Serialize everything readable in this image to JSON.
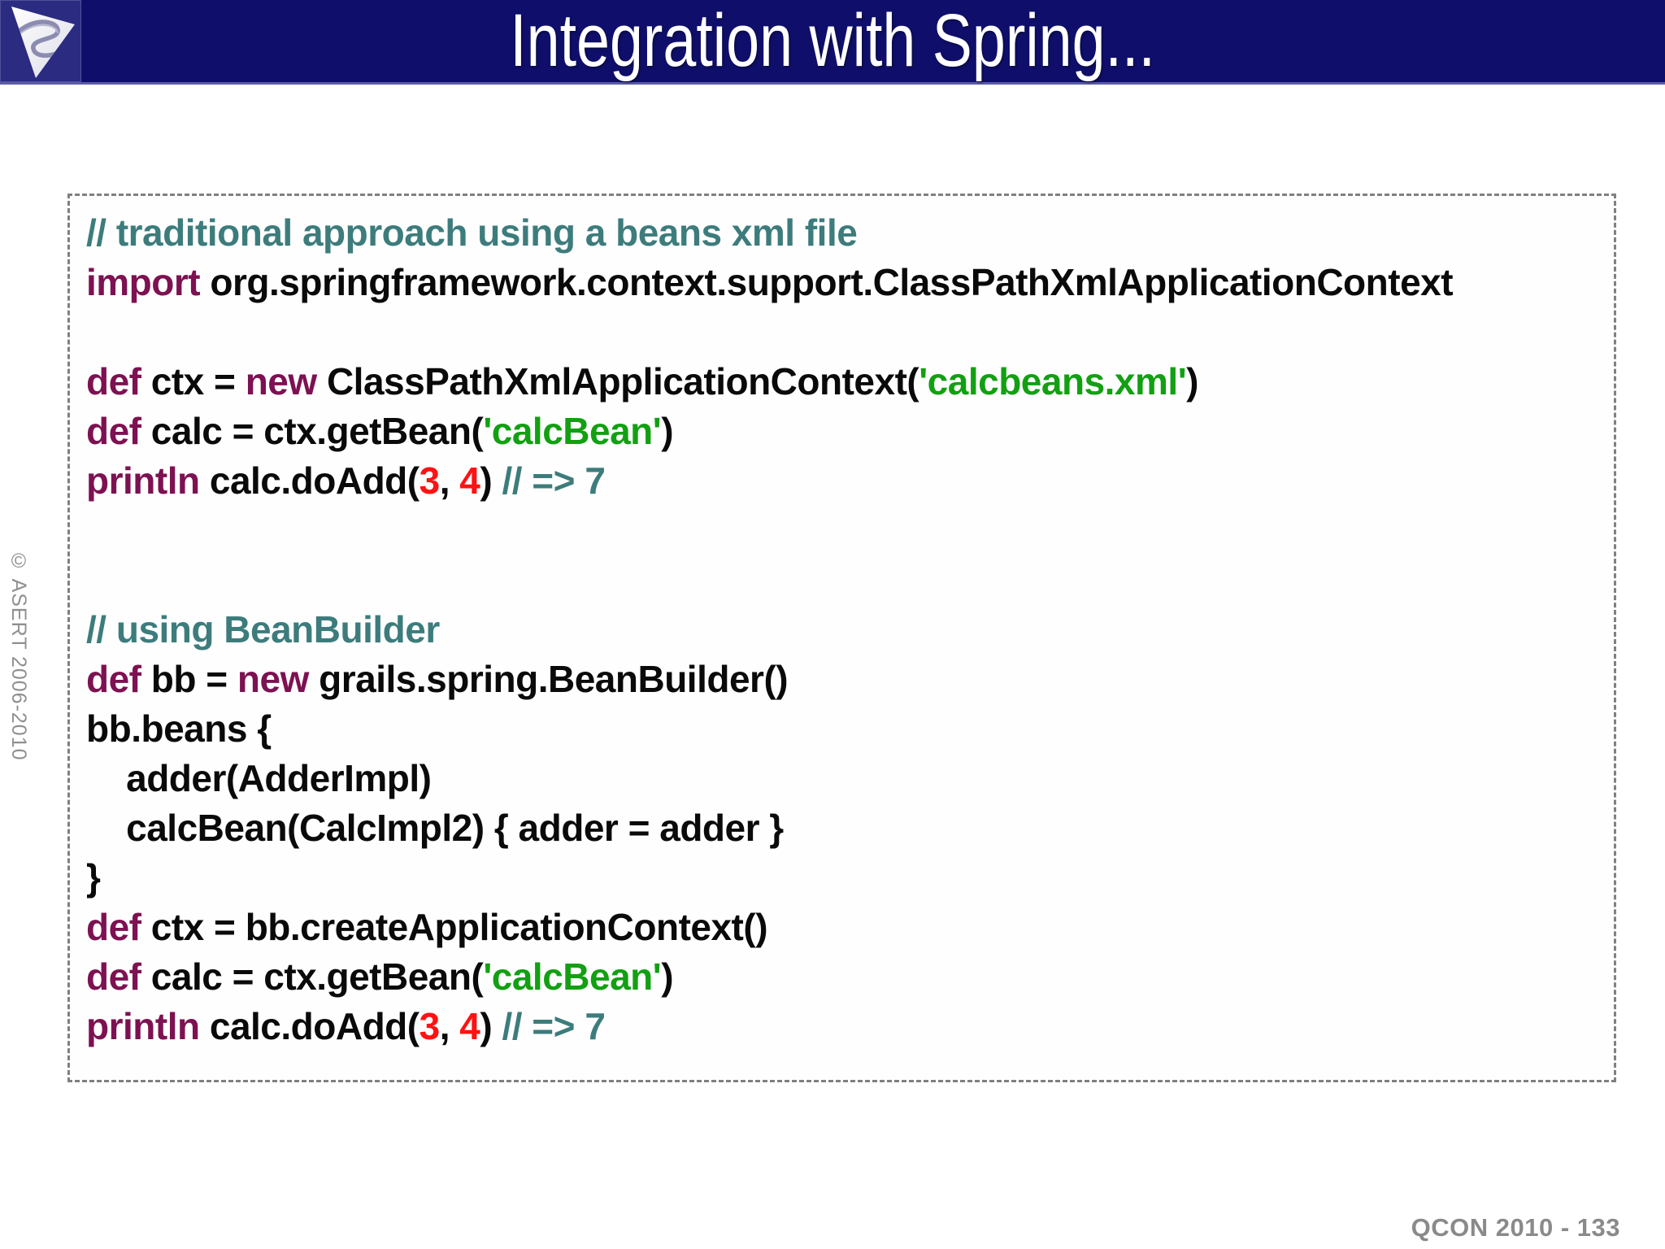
{
  "header": {
    "title": "Integration with Spring...",
    "logo_icon": "asert-triangle-s-logo"
  },
  "sidebar": {
    "copyright": "© ASERT 2006-2010"
  },
  "footer": {
    "page_label": "QCON 2010 - 133"
  },
  "colors": {
    "navy": "#0f0f6b",
    "logo_bg": "#2b2b82",
    "comment": "#3d7c7c",
    "keyword": "#7d1152",
    "string": "#12a012",
    "number": "#ff1212",
    "code": "#0a0a0a",
    "border_gray": "#808080",
    "muted": "#909090",
    "muted_dark": "#8a8a8a"
  },
  "code_block": {
    "lines": [
      [
        {
          "t": "// traditional approach using a beans xml file",
          "y": "c"
        }
      ],
      [
        {
          "t": "import",
          "y": "k"
        },
        {
          "t": " org.springframework.context.support.ClassPathXmlApplicationContext",
          "y": "p"
        }
      ],
      [],
      [
        {
          "t": "def",
          "y": "k"
        },
        {
          "t": " ctx = ",
          "y": "p"
        },
        {
          "t": "new",
          "y": "k"
        },
        {
          "t": " ClassPathXmlApplicationContext(",
          "y": "p"
        },
        {
          "t": "'calcbeans.xml'",
          "y": "s"
        },
        {
          "t": ")",
          "y": "p"
        }
      ],
      [
        {
          "t": "def",
          "y": "k"
        },
        {
          "t": " calc = ctx.getBean(",
          "y": "p"
        },
        {
          "t": "'calcBean'",
          "y": "s"
        },
        {
          "t": ")",
          "y": "p"
        }
      ],
      [
        {
          "t": "println",
          "y": "k"
        },
        {
          "t": " calc.doAdd(",
          "y": "p"
        },
        {
          "t": "3",
          "y": "n"
        },
        {
          "t": ", ",
          "y": "p"
        },
        {
          "t": "4",
          "y": "n"
        },
        {
          "t": ") ",
          "y": "p"
        },
        {
          "t": "// => 7",
          "y": "c"
        }
      ],
      [],
      [],
      [
        {
          "t": "// using BeanBuilder",
          "y": "c"
        }
      ],
      [
        {
          "t": "def",
          "y": "k"
        },
        {
          "t": " bb = ",
          "y": "p"
        },
        {
          "t": "new",
          "y": "k"
        },
        {
          "t": " grails.spring.BeanBuilder()",
          "y": "p"
        }
      ],
      [
        {
          "t": "bb.beans {",
          "y": "p"
        }
      ],
      [
        {
          "t": "    adder(AdderImpl)",
          "y": "p"
        }
      ],
      [
        {
          "t": "    calcBean(CalcImpl2) { adder = adder }",
          "y": "p"
        }
      ],
      [
        {
          "t": "}",
          "y": "p"
        }
      ],
      [
        {
          "t": "def",
          "y": "k"
        },
        {
          "t": " ctx = bb.createApplicationContext()",
          "y": "p"
        }
      ],
      [
        {
          "t": "def",
          "y": "k"
        },
        {
          "t": " calc = ctx.getBean(",
          "y": "p"
        },
        {
          "t": "'calcBean'",
          "y": "s"
        },
        {
          "t": ")",
          "y": "p"
        }
      ],
      [
        {
          "t": "println",
          "y": "k"
        },
        {
          "t": " calc.doAdd(",
          "y": "p"
        },
        {
          "t": "3",
          "y": "n"
        },
        {
          "t": ", ",
          "y": "p"
        },
        {
          "t": "4",
          "y": "n"
        },
        {
          "t": ") ",
          "y": "p"
        },
        {
          "t": "// => 7",
          "y": "c"
        }
      ]
    ]
  }
}
